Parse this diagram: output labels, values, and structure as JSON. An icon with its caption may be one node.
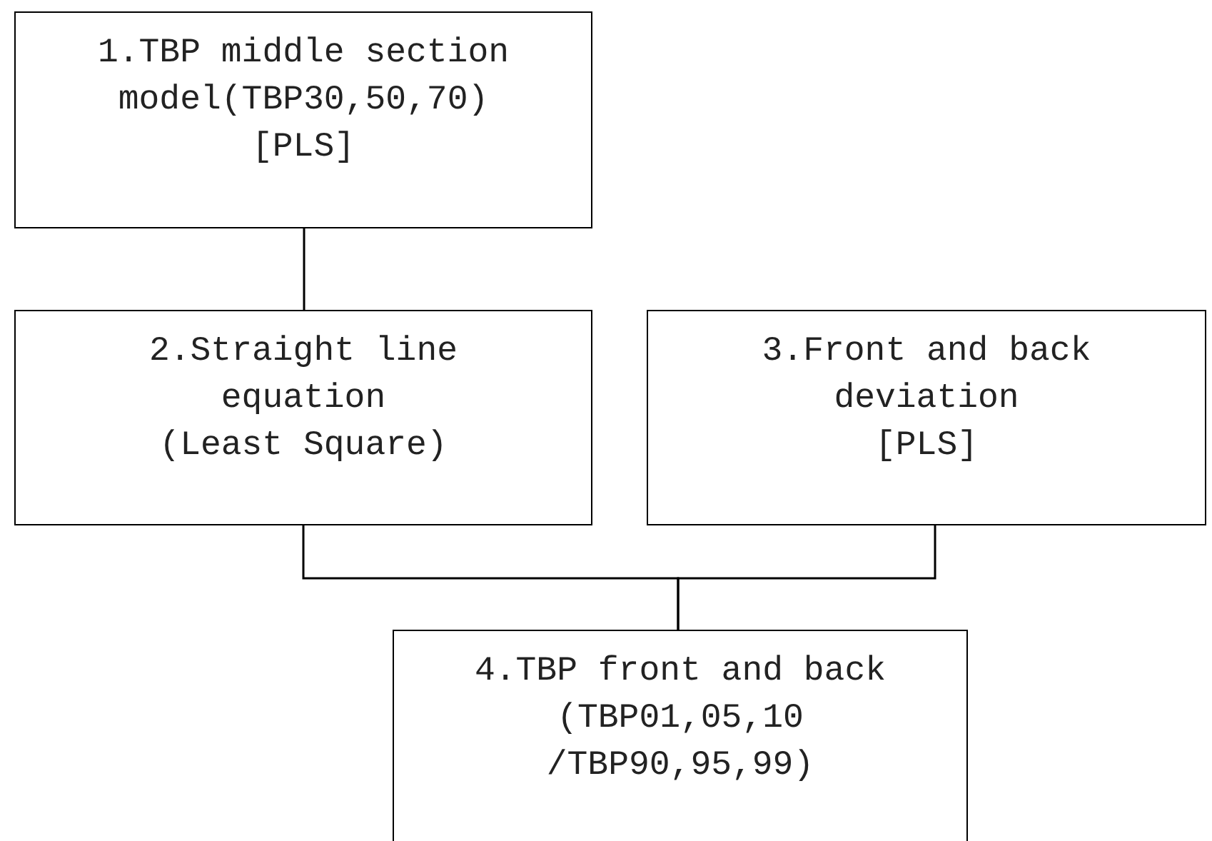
{
  "diagram": {
    "nodes": [
      {
        "text": [
          "1.TBP middle section model(TBP30,50,70)",
          "[PLS]"
        ]
      },
      {
        "text": [
          "2.Straight line equation",
          "(Least Square)"
        ]
      },
      {
        "text": [
          "3.Front and back deviation",
          "[PLS]"
        ]
      },
      {
        "text": [
          "4.TBP front and back",
          "(TBP01,05,10 /TBP90,95,99)"
        ]
      }
    ],
    "edges": [
      {
        "from": 0,
        "to": 1,
        "arrow": "none"
      },
      {
        "from": 1,
        "to": 3,
        "arrow": "none"
      },
      {
        "from": 2,
        "to": 3,
        "arrow": "none"
      }
    ]
  }
}
